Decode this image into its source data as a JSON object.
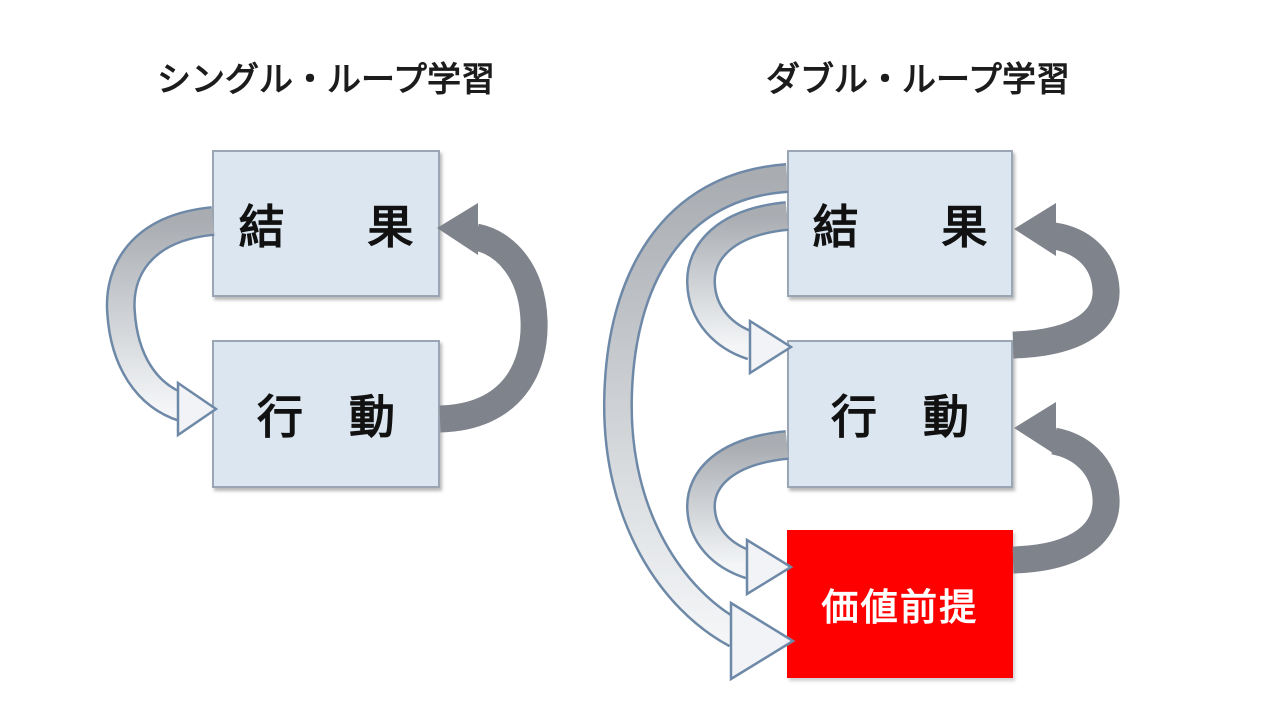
{
  "slide": {
    "background": "#ffffff"
  },
  "colors": {
    "box_fill": "#dce6f1",
    "box_border": "#9aa6b3",
    "red_box_fill": "#fe0000",
    "red_box_text": "#ffffff",
    "box_text": "#111111",
    "dark_arrow": "#7f838b",
    "light_arrow_border": "#6e89a7",
    "light_arrow_gradient_start": "#a9adb2",
    "light_arrow_gradient_end": "#f5f6f8"
  },
  "left_diagram": {
    "title": "シングル・ループ学習",
    "boxes": [
      {
        "label": "結　果"
      },
      {
        "label": "行　動"
      }
    ],
    "arrows": [
      {
        "from": "結果",
        "to": "行動",
        "style": "light-gradient",
        "side": "left"
      },
      {
        "from": "行動",
        "to": "結果",
        "style": "dark-solid",
        "side": "right"
      }
    ]
  },
  "right_diagram": {
    "title": "ダブル・ループ学習",
    "boxes": [
      {
        "label": "結　果"
      },
      {
        "label": "行　動"
      },
      {
        "label": "価値前提"
      }
    ],
    "arrows": [
      {
        "from": "結果",
        "to": "行動",
        "style": "light-gradient",
        "side": "left"
      },
      {
        "from": "行動",
        "to": "価値前提",
        "style": "light-gradient",
        "side": "left"
      },
      {
        "from": "結果",
        "to": "価値前提",
        "style": "light-gradient",
        "side": "left-outer-loop"
      },
      {
        "from": "行動",
        "to": "結果",
        "style": "dark-solid",
        "side": "right"
      },
      {
        "from": "価値前提",
        "to": "行動",
        "style": "dark-solid",
        "side": "right"
      }
    ]
  }
}
